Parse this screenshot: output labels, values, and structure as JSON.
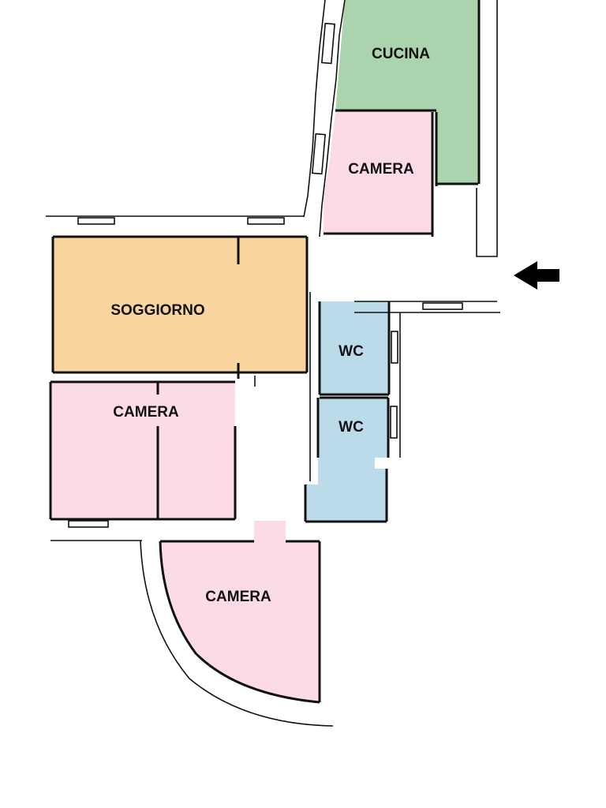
{
  "colors": {
    "kitchen": "#abd3ad",
    "bedroom": "#fbdbe4",
    "living": "#fad5a0",
    "bathroom": "#bcdbea",
    "wall": "#111111",
    "arrow": "#000000"
  },
  "rooms": [
    {
      "id": "cucina",
      "label": "CUCINA",
      "kind": "kitchen"
    },
    {
      "id": "camera_top",
      "label": "CAMERA",
      "kind": "bedroom"
    },
    {
      "id": "soggiorno",
      "label": "SOGGIORNO",
      "kind": "living"
    },
    {
      "id": "wc_1",
      "label": "WC",
      "kind": "bathroom"
    },
    {
      "id": "wc_2",
      "label": "WC",
      "kind": "bathroom"
    },
    {
      "id": "camera_mid",
      "label": "CAMERA",
      "kind": "bedroom"
    },
    {
      "id": "camera_bottom",
      "label": "CAMERA",
      "kind": "bedroom"
    }
  ],
  "entrance": {
    "icon": "left-arrow-icon"
  }
}
